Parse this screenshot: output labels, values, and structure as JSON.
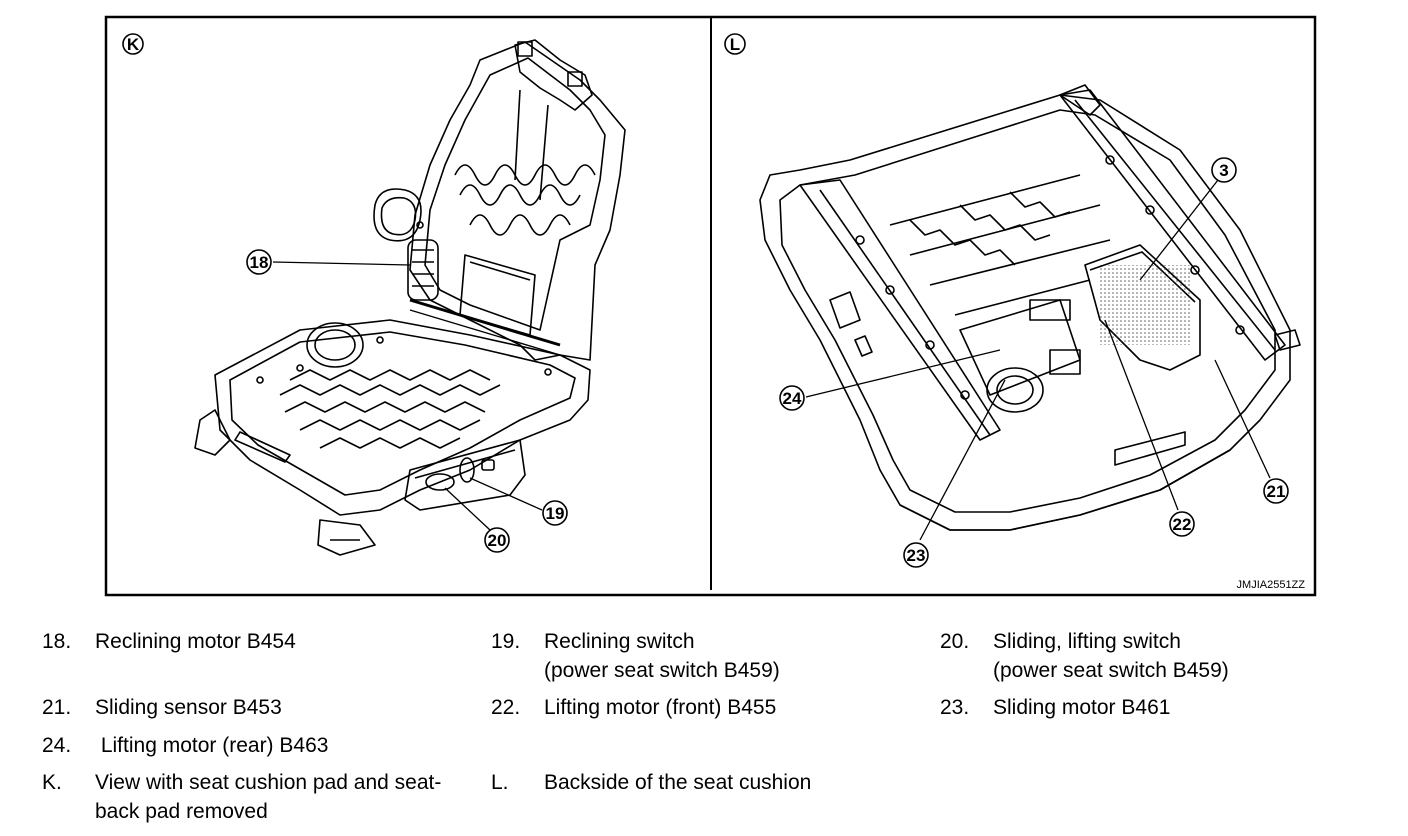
{
  "figure": {
    "code": "JMJIA2551ZZ",
    "views": [
      {
        "letter": "K"
      },
      {
        "letter": "L"
      }
    ],
    "callouts": [
      {
        "num": "18"
      },
      {
        "num": "19"
      },
      {
        "num": "20"
      },
      {
        "num": "3"
      },
      {
        "num": "24"
      },
      {
        "num": "21"
      },
      {
        "num": "22"
      },
      {
        "num": "23"
      }
    ]
  },
  "legend": [
    {
      "num": "18.",
      "lines": [
        "Reclining motor B454"
      ]
    },
    {
      "num": "19.",
      "lines": [
        "Reclining switch",
        "(power seat switch B459)"
      ]
    },
    {
      "num": "20.",
      "lines": [
        "Sliding, lifting switch",
        "(power seat switch B459)"
      ]
    },
    {
      "num": "21.",
      "lines": [
        "Sliding sensor B453"
      ]
    },
    {
      "num": "22.",
      "lines": [
        "Lifting motor (front) B455"
      ]
    },
    {
      "num": "23.",
      "lines": [
        "Sliding motor B461"
      ]
    },
    {
      "num": "24.",
      "lines": [
        " Lifting motor (rear) B463"
      ]
    },
    {
      "num": "K.",
      "lines": [
        "View with seat cushion pad and seat-",
        "back pad removed"
      ]
    },
    {
      "num": "L.",
      "lines": [
        "Backside of the seat cushion"
      ]
    }
  ]
}
